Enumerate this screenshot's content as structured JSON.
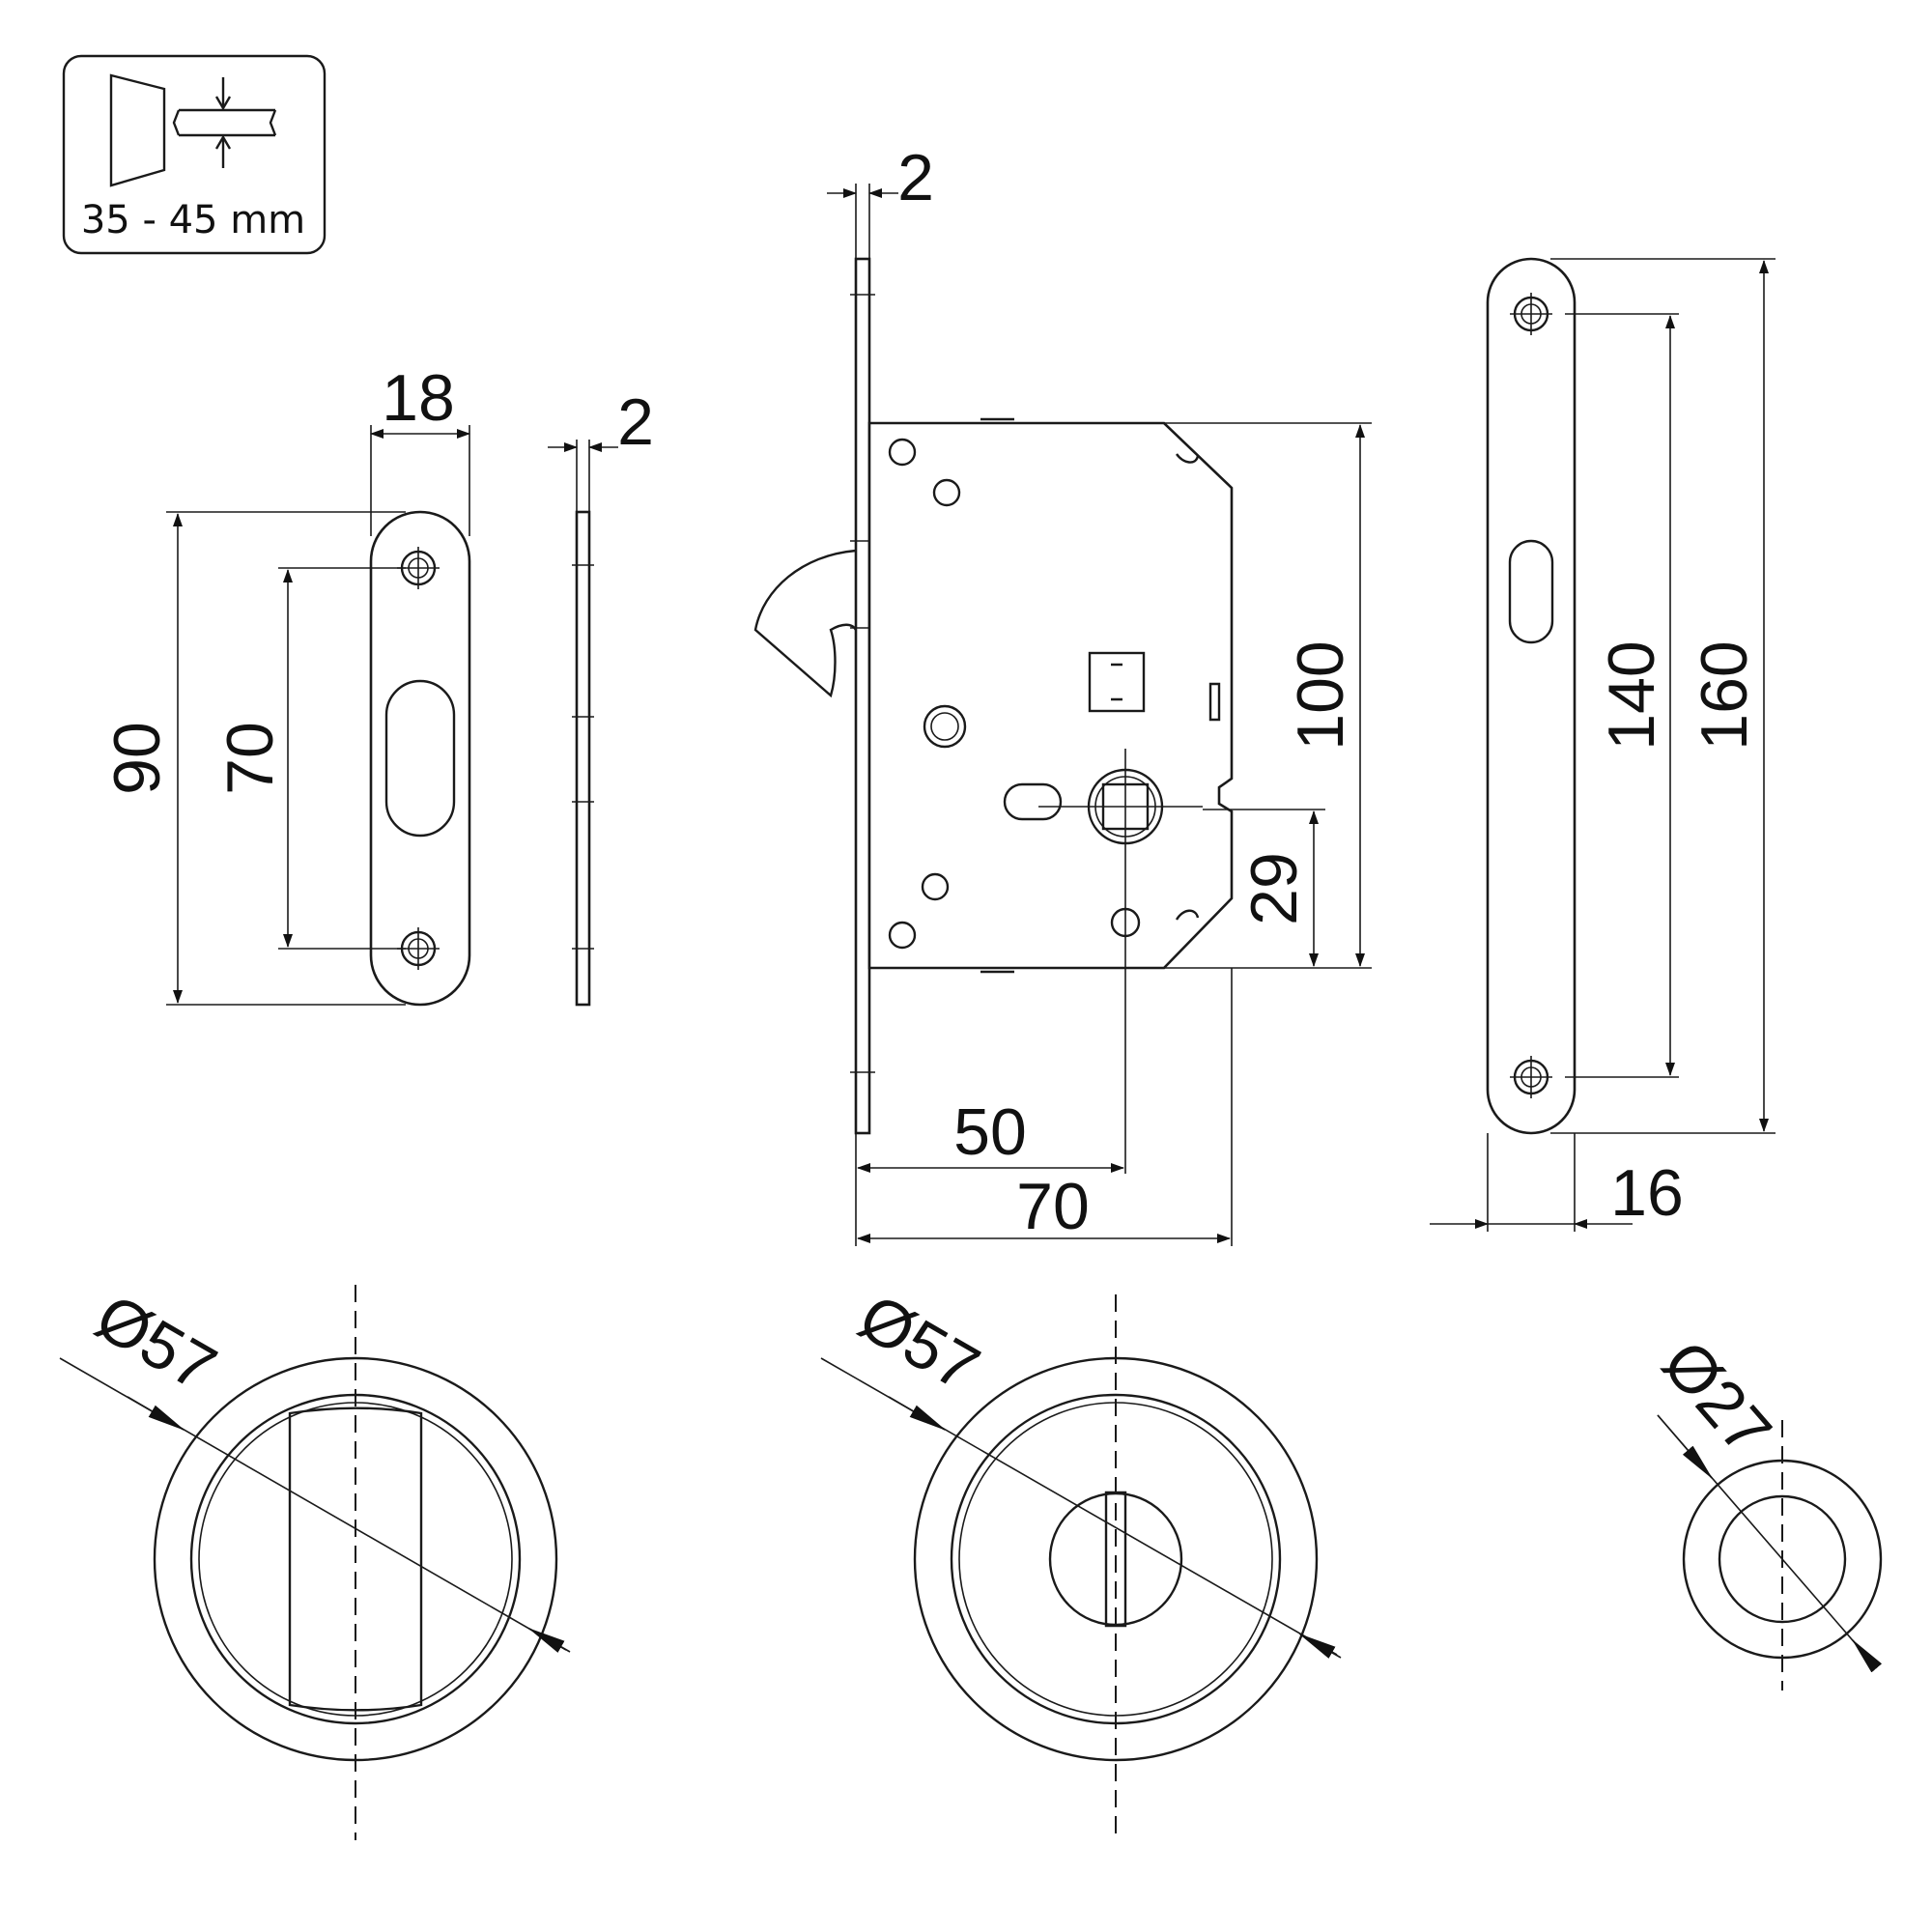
{
  "thickness_badge": {
    "text": "35 - 45 mm"
  },
  "dimensions": {
    "strike_width": "18",
    "strike_thickness": "2",
    "strike_hole_spacing": "70",
    "strike_height": "90",
    "lock_face_thickness": "2",
    "lock_body_height": "100",
    "lock_spindle_height": "29",
    "lock_backset": "50",
    "lock_body_depth": "70",
    "faceplate_hole_spacing": "140",
    "faceplate_height": "160",
    "faceplate_width": "16",
    "rose_left_diameter": "Ø57",
    "rose_middle_diameter": "Ø57",
    "rose_small_diameter": "Ø27"
  }
}
